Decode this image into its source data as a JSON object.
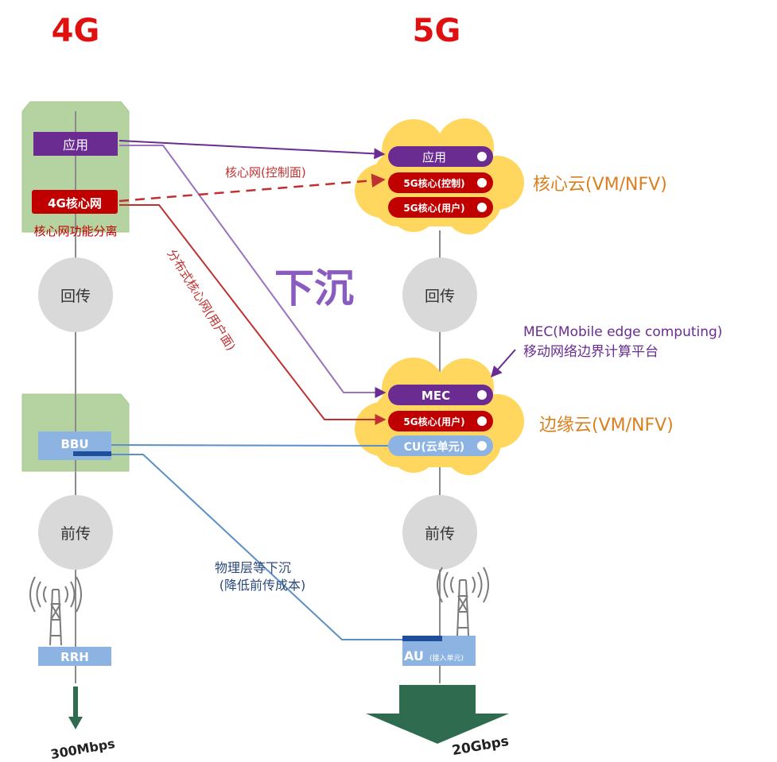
{
  "headers": {
    "left": "4G",
    "right": "5G"
  },
  "left_4g": {
    "app": "应用",
    "core": "4G核心网",
    "core_caption": "核心网功能分离",
    "backhaul": "回传",
    "bbu": "BBU",
    "fronthaul": "前传",
    "rrh": "RRH",
    "speed": "300Mbps"
  },
  "right_5g": {
    "core_cloud": {
      "app": "应用",
      "core_control": "5G核心(控制)",
      "core_user": "5G核心(用户)",
      "label": "核心云(VM/NFV)"
    },
    "backhaul": "回传",
    "edge_cloud": {
      "mec": "MEC",
      "core_user": "5G核心(用户)",
      "cu": "CU(云单元)",
      "label": "边缘云(VM/NFV)"
    },
    "mec_note_en": "MEC(Mobile edge computing)",
    "mec_note_cn": "移动网络边界计算平台",
    "fronthaul": "前传",
    "au_main": "AU",
    "au_sub": "(接入单元)",
    "speed": "20Gbps"
  },
  "flows": {
    "control_plane": "核心网(控制面)",
    "distributed_user_plane": "分布式核心网(用户面)",
    "sink": "下沉",
    "physical_sink_1": "物理层等下沉",
    "physical_sink_2": "(降低前传成本)"
  },
  "colors": {
    "header_red": "#e01010",
    "purple": "#6a2c91",
    "red_box": "#c00000",
    "cloud_yellow": "#ffd75e",
    "green_box": "#b5d3a0",
    "blue_box": "#8db3e2",
    "blue_line": "#5b8fc8",
    "circle_gray": "#d9d9d9",
    "cloud_label_orange": "#d98020"
  }
}
